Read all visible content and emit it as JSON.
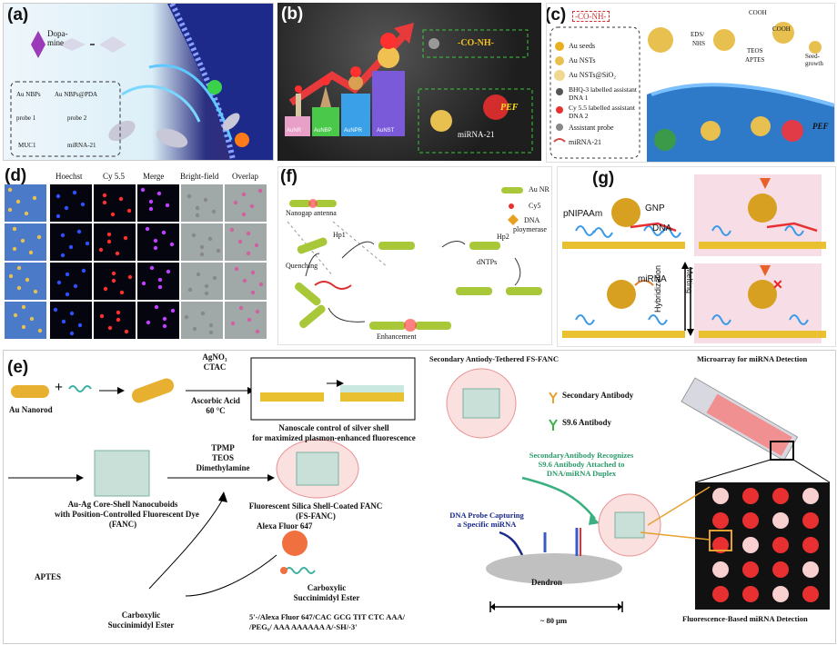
{
  "panel_a": {
    "label": "(a)",
    "dopamine": [
      "Dopa-",
      "mine"
    ],
    "legend": [
      "Au NBPs",
      "Au NBPs@PDA",
      "probe 1",
      "probe 2",
      "MUC1",
      "miRNA-21"
    ]
  },
  "panel_b": {
    "label": "(b)",
    "bars": [
      "AuNR",
      "AuNBP",
      "AuNPR",
      "AuNST"
    ],
    "conh": "-CO-NH-",
    "mirna": "miRNA-21",
    "pef": "PEF"
  },
  "panel_c": {
    "label": "(c)",
    "conh": "-CO-NH-",
    "legend": [
      "Au seeds",
      "Au NSTs",
      "Au NSTs@SiO₂",
      "BHQ-3 labelled assistant DNA 1",
      "Cy 5.5 labelled assistant DNA 2",
      "Assistant probe",
      "miRNA-21"
    ],
    "cooh": "COOH",
    "edc": "EDS/",
    "nhs": "NHS",
    "teos": "TEOS",
    "aptes": "APTES",
    "seed": "Seed-",
    "growth": "growth",
    "pef": "PEF"
  },
  "panel_d": {
    "label": "(d)",
    "columns": [
      "Hoechst",
      "Cy 5.5",
      "Merge",
      "Bright-field",
      "Overlap"
    ]
  },
  "panel_f": {
    "label": "(f)",
    "nanogap": "Nanogap antenna",
    "legend": [
      "Au NR",
      "Cy5",
      "DNA",
      "ploymerase"
    ],
    "hp1": "Hp1",
    "hp2": "Hp2",
    "quenching": "Quenching",
    "dntps": "dNTPs",
    "enhancement": "Enhancement"
  },
  "panel_g": {
    "label": "(g)",
    "pnipaam": "pNIPAAm",
    "gnp": "GNP",
    "dna": "DNA",
    "mirna": "miRNA",
    "hybridization": "Hybridization",
    "melting": "Melting"
  },
  "panel_e": {
    "label": "(e)",
    "nanorod": "Au Nanorod",
    "reagents": [
      "AgNO₃",
      "CTAC",
      "Ascorbic Acid",
      "60 °C"
    ],
    "shell_caption": [
      "Nanoscale control of silver shell",
      "for maximized plasmon-enhanced fluorescence"
    ],
    "fanc": [
      "Au-Ag Core-Shell Nanocuboids",
      "with Position-Controlled Fluorescent Dye",
      "(FANC)"
    ],
    "tpmp": [
      "TPMP",
      "TEOS",
      "Dimethylamine"
    ],
    "fsfanc": [
      "Fluorescent Silica Shell-Coated FANC",
      "(FS-FANC)"
    ],
    "aptes": "APTES",
    "alexa": "Alexa Fluor 647",
    "carboxylic": [
      "Carboxylic",
      "Succinimidyl Ester"
    ],
    "carboxylic2": [
      "Carboxylic",
      "Succinimidyl Ester"
    ],
    "sequence": [
      "5'-/Alexa Fluor 647/CAC GCG TIT CTC AAA/",
      "/PEG₆/ AAA AAAAAA A/-SH/-3'"
    ],
    "tethered": "Secondary Antiody-Tethered FS-FANC",
    "sec_ab": "Secondary Antibody",
    "s96": "S9.6 Antibody",
    "recognize": [
      "SecondaryAntibody Recognizes",
      "S9.6 Antibody Attached to",
      "DNA/miRNA Duplex"
    ],
    "probe": [
      "DNA Probe Capturing",
      "a Specific miRNA"
    ],
    "dendron": "Dendron",
    "scale": "~ 80 μm",
    "microarray": "Microarray for miRNA Detection",
    "fluor": "Fluorescence-Based miRNA Detection"
  }
}
